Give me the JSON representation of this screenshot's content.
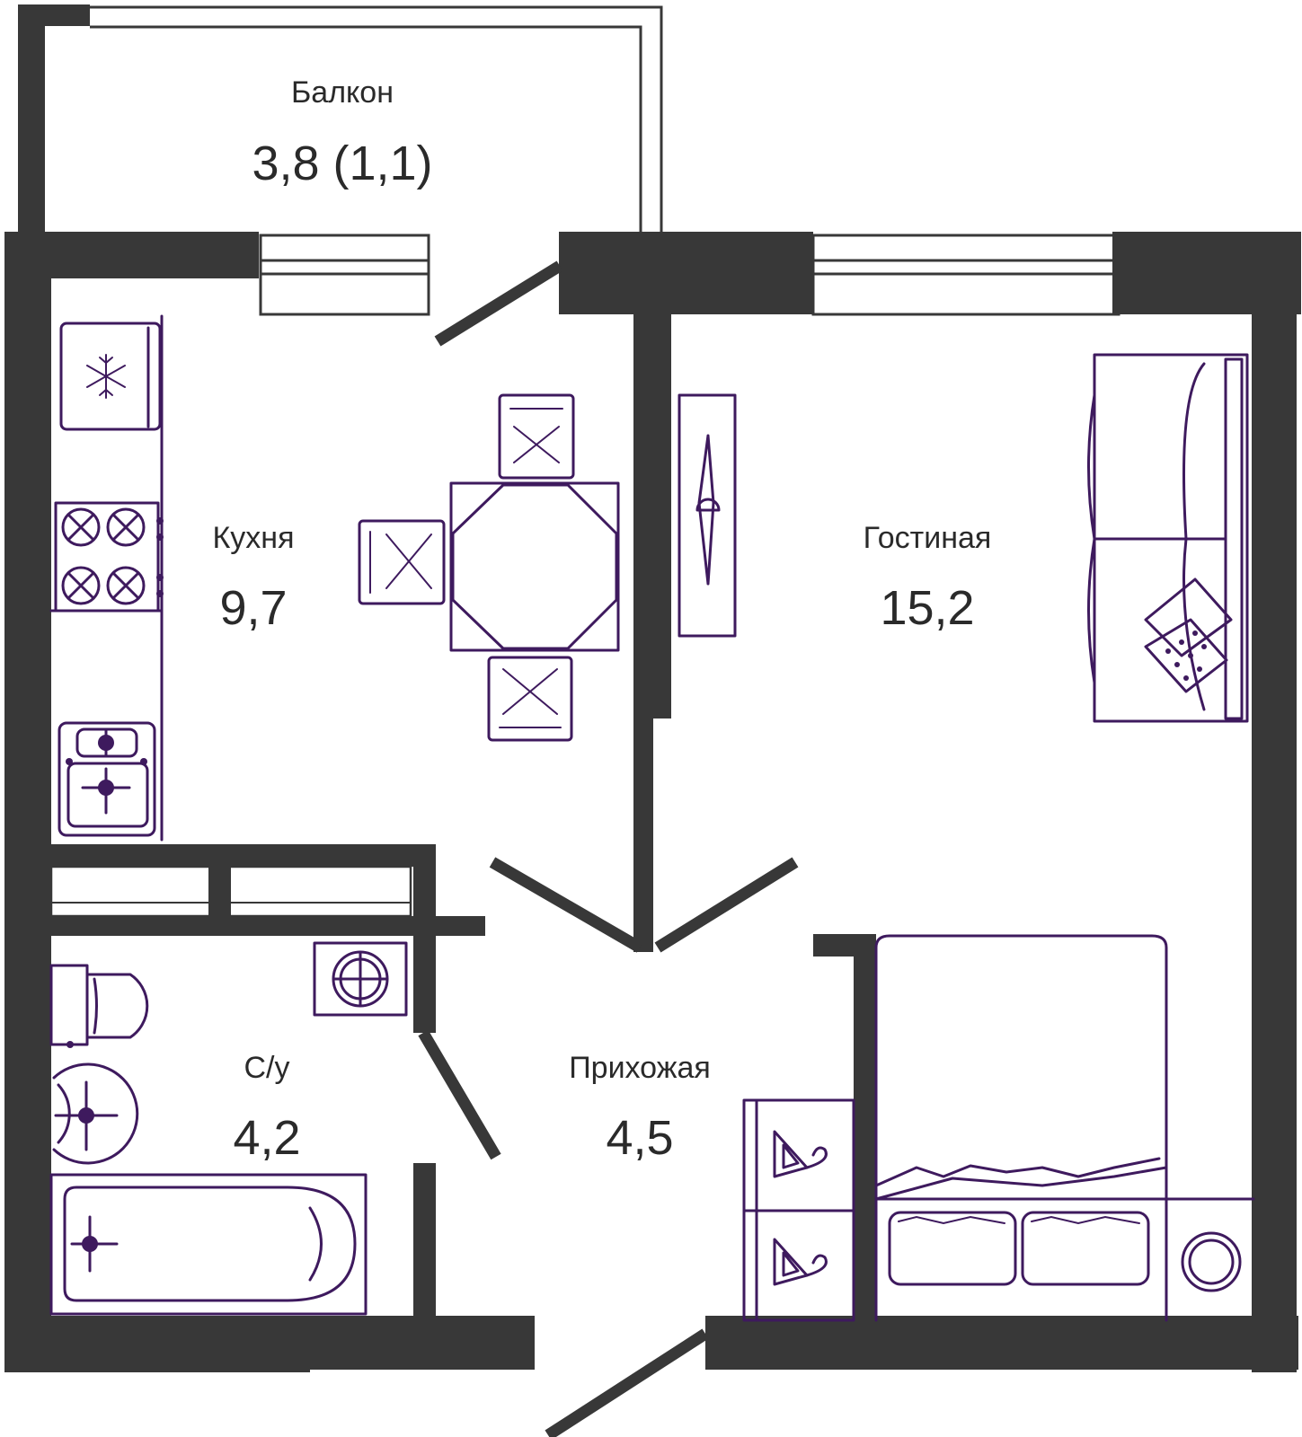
{
  "rooms": [
    {
      "id": "balcony",
      "name": "Балкон",
      "area": "3,8 (1,1)"
    },
    {
      "id": "kitchen",
      "name": "Кухня",
      "area": "9,7"
    },
    {
      "id": "living",
      "name": "Гостиная",
      "area": "15,2"
    },
    {
      "id": "bathroom",
      "name": "С/у",
      "area": "4,2"
    },
    {
      "id": "hallway",
      "name": "Прихожая",
      "area": "4,5"
    }
  ],
  "colors": {
    "wall": "#383838",
    "furniture": "#3e1a5e",
    "background": "#ffffff"
  }
}
